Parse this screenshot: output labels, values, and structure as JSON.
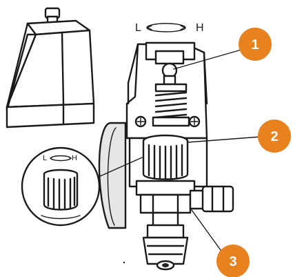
{
  "top_adjust": {
    "low": "L",
    "high": "H"
  },
  "zoom_adjust": {
    "low": "L",
    "high": "H"
  },
  "callouts": [
    {
      "number": "1"
    },
    {
      "number": "2"
    },
    {
      "number": "3"
    }
  ],
  "colors": {
    "callout": "#e8821e",
    "line": "#1a1a1a"
  }
}
